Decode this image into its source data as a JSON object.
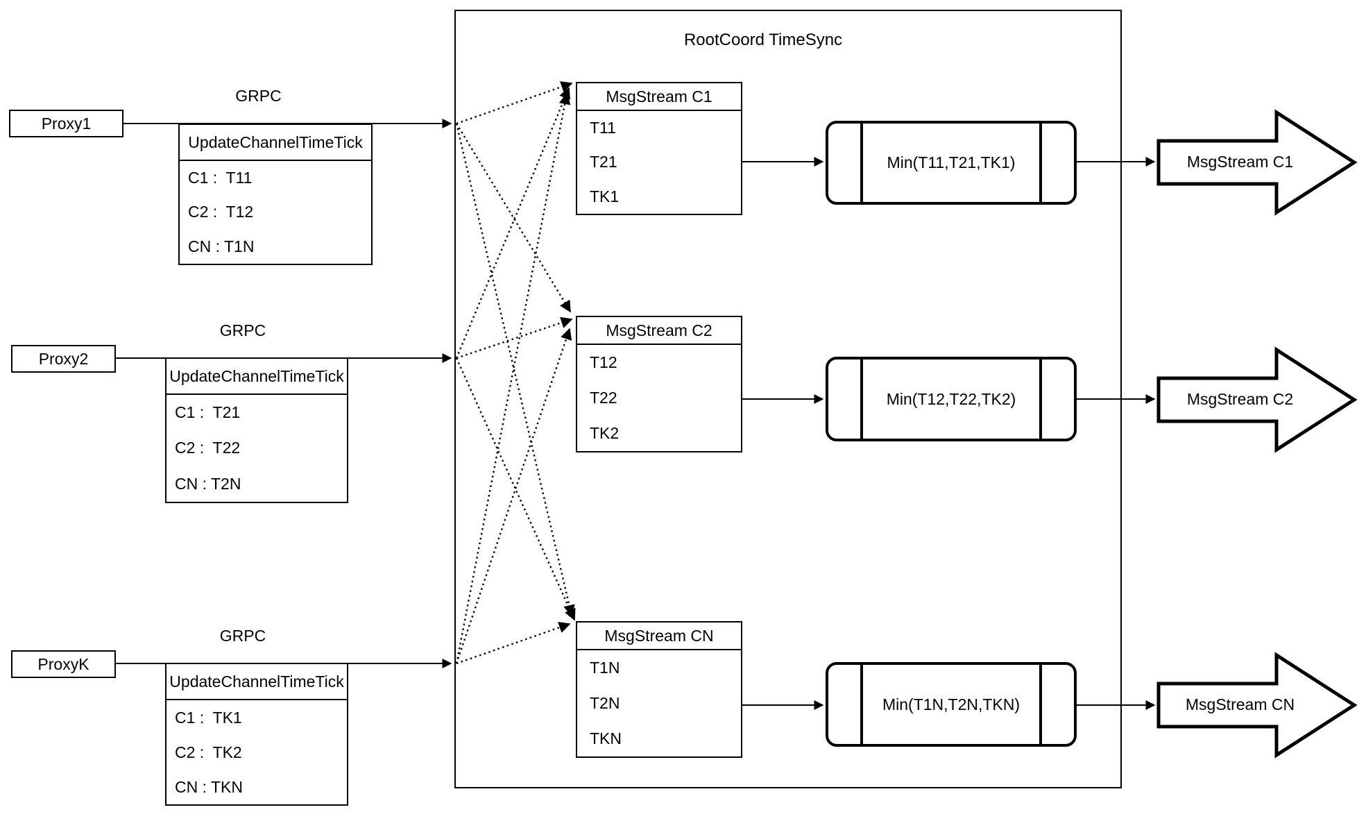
{
  "diagram": {
    "container_title": "RootCoord TimeSync",
    "proxies": [
      {
        "name": "Proxy1",
        "protocol": "GRPC",
        "message": {
          "header": "UpdateChannelTimeTick",
          "rows": [
            "C1 :  T11",
            "C2 :  T12",
            "CN : T1N"
          ]
        }
      },
      {
        "name": "Proxy2",
        "protocol": "GRPC",
        "message": {
          "header": "UpdateChannelTimeTick",
          "rows": [
            "C1 :  T21",
            "C2 :  T22",
            "CN : T2N"
          ]
        }
      },
      {
        "name": "ProxyK",
        "protocol": "GRPC",
        "message": {
          "header": "UpdateChannelTimeTick",
          "rows": [
            "C1 :  TK1",
            "C2 :  TK2",
            "CN : TKN"
          ]
        }
      }
    ],
    "streams": [
      {
        "buffer_header": "MsgStream C1",
        "buffer_rows": [
          "T11",
          "T21",
          "TK1"
        ],
        "min_label": "Min(T11,T21,TK1)",
        "output_label": "MsgStream C1"
      },
      {
        "buffer_header": "MsgStream C2",
        "buffer_rows": [
          "T12",
          "T22",
          "TK2"
        ],
        "min_label": "Min(T12,T22,TK2)",
        "output_label": "MsgStream C2"
      },
      {
        "buffer_header": "MsgStream CN",
        "buffer_rows": [
          "T1N",
          "T2N",
          "TKN"
        ],
        "min_label": "Min(T1N,T2N,TKN)",
        "output_label": "MsgStream CN"
      }
    ],
    "colors": {
      "line": "#000000",
      "background": "#ffffff"
    }
  }
}
